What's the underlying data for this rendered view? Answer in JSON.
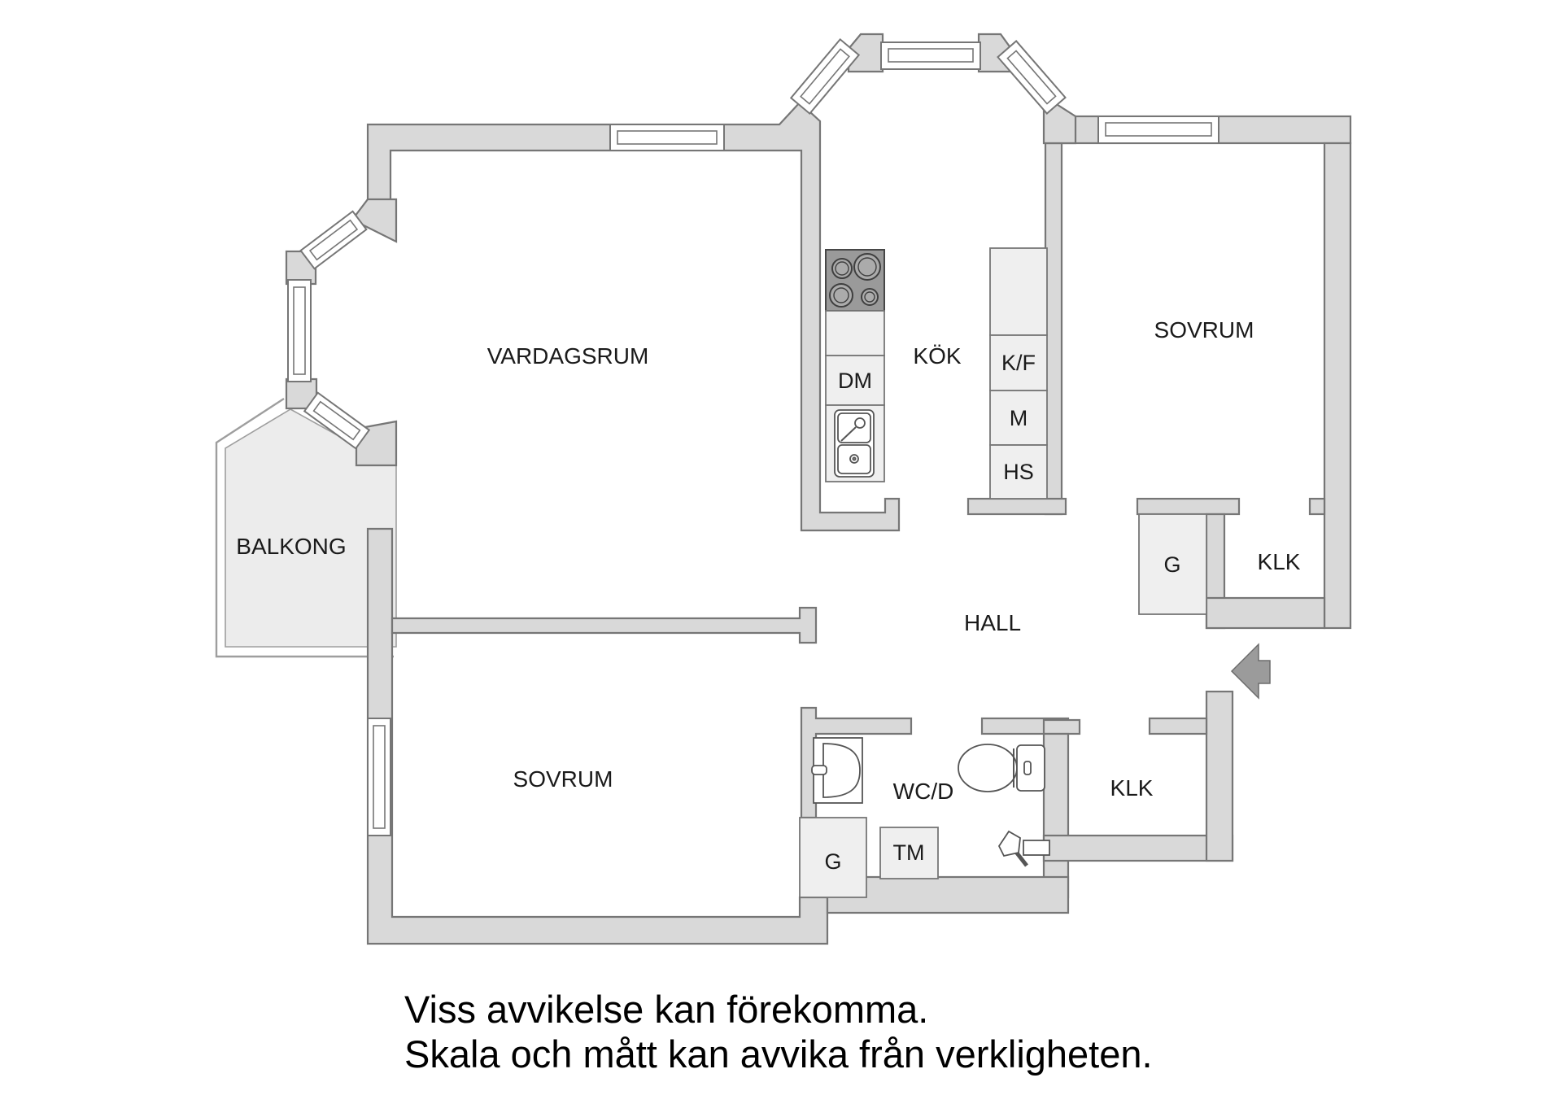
{
  "rooms": {
    "vardagsrum": "VARDAGSRUM",
    "kok": "KÖK",
    "sovrum_top": "SOVRUM",
    "sovrum_bottom": "SOVRUM",
    "balkong": "BALKONG",
    "hall": "HALL",
    "wcd": "WC/D",
    "klk_top": "KLK",
    "klk_bottom": "KLK"
  },
  "fixtures": {
    "dm": "DM",
    "kf": "K/F",
    "m": "M",
    "hs": "HS",
    "tm": "TM",
    "g_top": "G",
    "g_bottom": "G"
  },
  "icons": {
    "entry": "entry-arrow",
    "stove": "stove-burners",
    "sink": "double-sink",
    "washbasin": "washbasin",
    "toilet": "toilet",
    "shower": "shower-head"
  },
  "disclaimer": {
    "line1": "Viss avvikelse kan förekomma.",
    "line2": "Skala och mått kan avvika från verkligheten."
  },
  "colors": {
    "wall_fill": "#d9d9d9",
    "wall_stroke": "#767676",
    "balcony_fill": "#ececec",
    "balcony_outline": "#9e9e9e",
    "cabinet_fill": "#efefef",
    "fixture_stroke": "#555555",
    "stove_fill": "#9a9a9a",
    "stove_burner_fill": "#ababab",
    "arrow_fill": "#9b9b9b",
    "label_color": "#1a1a1a"
  }
}
